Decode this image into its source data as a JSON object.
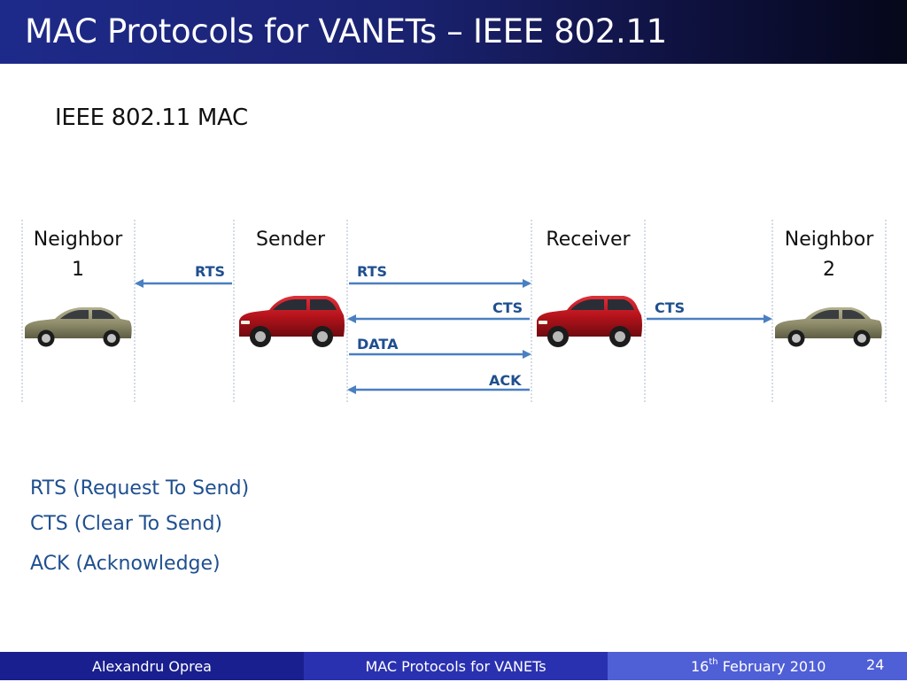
{
  "slide": {
    "title": "MAC Protocols for VANETs – IEEE 802.11",
    "subtitle": "IEEE 802.11 MAC"
  },
  "nodes": {
    "neighbor1": {
      "line1": "Neighbor",
      "line2": "1"
    },
    "sender": {
      "line1": "Sender"
    },
    "receiver": {
      "line1": "Receiver"
    },
    "neighbor2": {
      "line1": "Neighbor",
      "line2": "2"
    }
  },
  "messages": {
    "rts_to_neighbor1": "RTS",
    "rts_to_receiver": "RTS",
    "cts_to_sender": "CTS",
    "cts_to_neighbor2": "CTS",
    "data": "DATA",
    "ack": "ACK"
  },
  "legend": {
    "rts": "RTS (Request To Send)",
    "cts": "CTS (Clear To Send)",
    "ack": "ACK (Acknowledge)"
  },
  "footer": {
    "author": "Alexandru Oprea",
    "topic": "MAC Protocols for VANETs",
    "date_day": "16",
    "date_suffix": "th",
    "date_rest": " February 2010",
    "page": "24"
  },
  "colors": {
    "arrow": "#4a7fc1",
    "red_car": "#b5131b",
    "olive_car": "#8c8a68"
  }
}
